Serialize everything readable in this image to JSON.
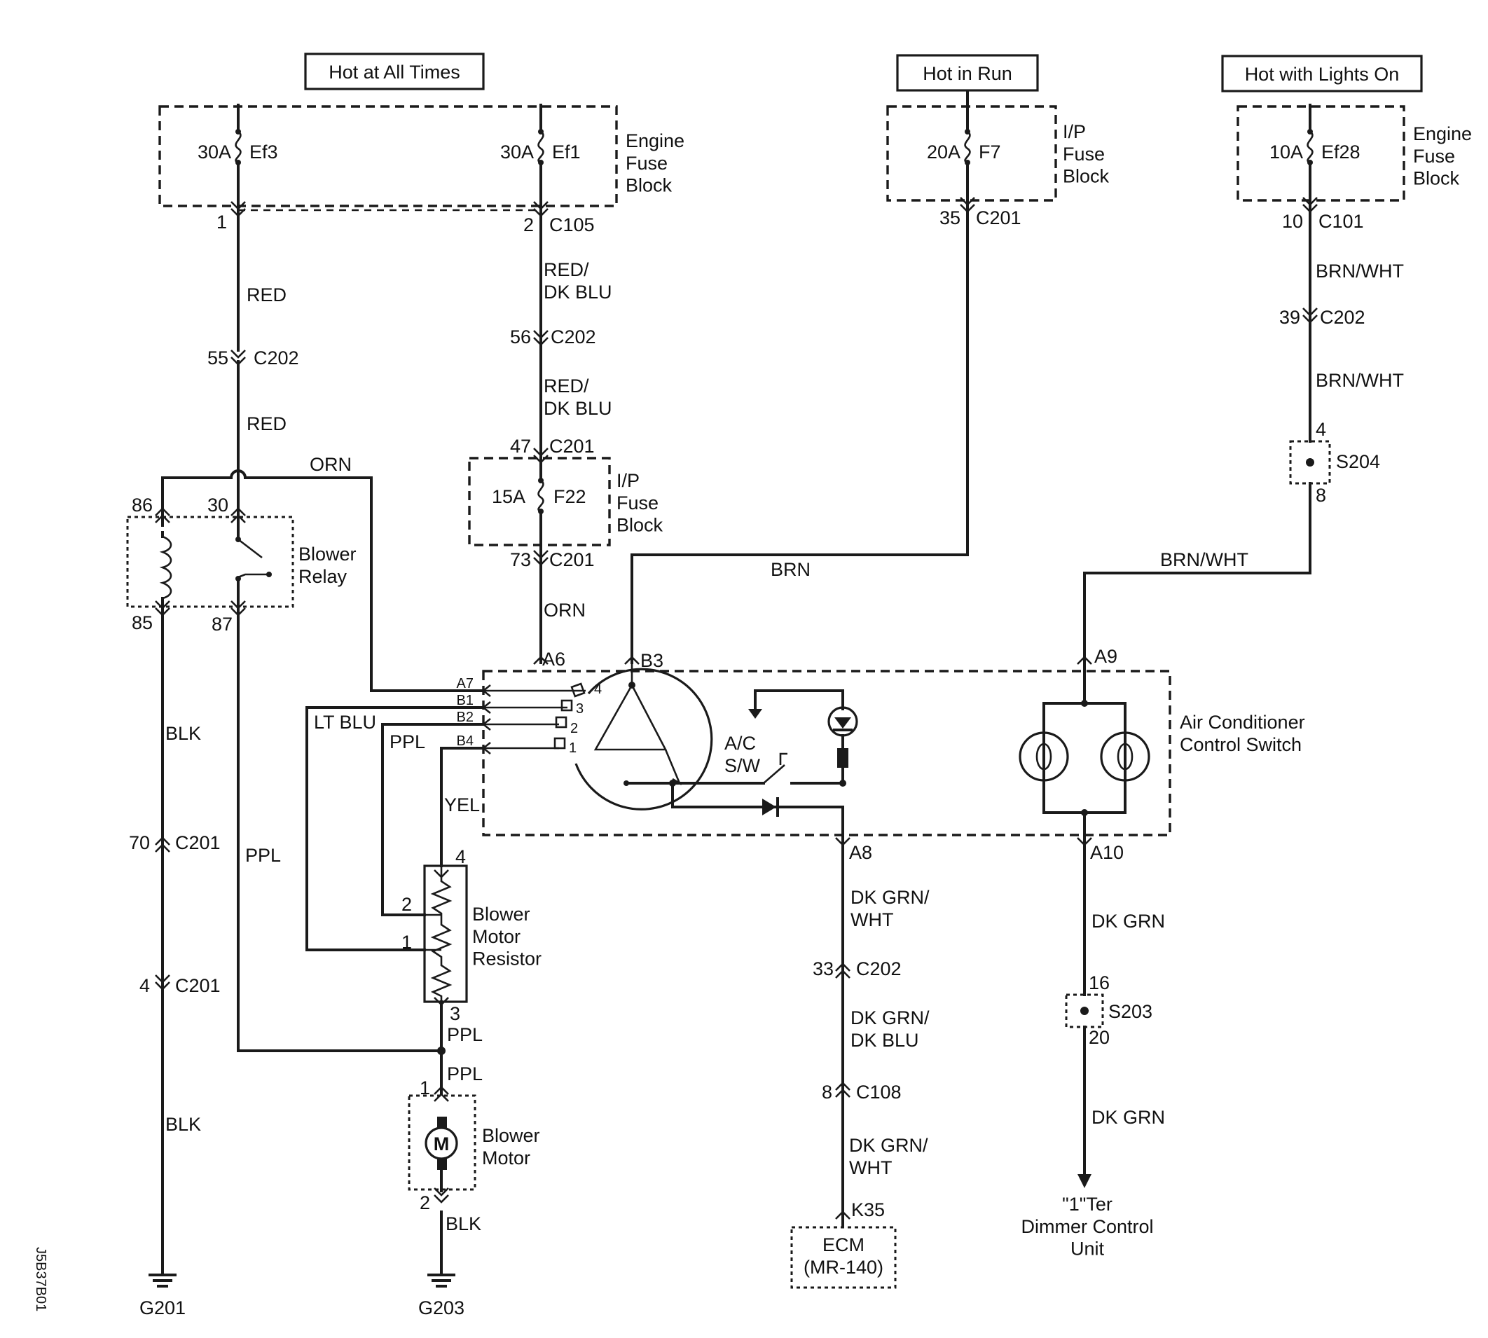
{
  "sources": {
    "hot_at_all_times": "Hot at All Times",
    "hot_in_run": "Hot in Run",
    "hot_with_lights_on": "Hot with Lights On"
  },
  "fuse_blocks": {
    "engine_left": "Engine\nFuse\nBlock",
    "ip_f7": "I/P\nFuse\nBlock",
    "engine_right": "Engine\nFuse\nBlock",
    "ip_f22": "I/P\nFuse\nBlock"
  },
  "fuses": {
    "ef3": {
      "amps": "30A",
      "name": "Ef3"
    },
    "ef1": {
      "amps": "30A",
      "name": "Ef1"
    },
    "f7": {
      "amps": "20A",
      "name": "F7"
    },
    "ef28": {
      "amps": "10A",
      "name": "Ef28"
    },
    "f22": {
      "amps": "15A",
      "name": "F22"
    }
  },
  "connectors": {
    "c105_1": "1",
    "c105_2": "2",
    "c105": "C105",
    "c201_35": "35",
    "c201_35_name": "C201",
    "c101_10": "10",
    "c101": "C101",
    "c202_55": "55",
    "c202_55_name": "C202",
    "c202_56": "56",
    "c202_56_name": "C202",
    "c202_39": "39",
    "c202_39_name": "C202",
    "c201_47": "47",
    "c201_47_name": "C201",
    "c201_73": "73",
    "c201_73_name": "C201",
    "c201_70": "70",
    "c201_70_name": "C201",
    "c201_4": "4",
    "c201_4_name": "C201",
    "c202_33": "33",
    "c202_33_name": "C202",
    "c108_8": "8",
    "c108": "C108",
    "k35": "K35",
    "s204": "S204",
    "s204_top": "4",
    "s204_bottom": "8",
    "s203": "S203",
    "s203_top": "16",
    "s203_bottom": "20",
    "relay_86": "86",
    "relay_30": "30",
    "relay_85": "85",
    "relay_87": "87",
    "a6": "A6",
    "b3": "B3",
    "a9": "A9",
    "a7": "A7",
    "b1": "B1",
    "b2": "B2",
    "b4": "B4",
    "a8": "A8",
    "a10": "A10",
    "res_4": "4",
    "res_2": "2",
    "res_1": "1",
    "res_3": "3",
    "motor_1": "1",
    "motor_2": "2",
    "switch_1": "1",
    "switch_2": "2",
    "switch_3": "3",
    "switch_4": "4"
  },
  "wires": {
    "red_1": "RED",
    "red_2": "RED",
    "red_dkblu_1": "RED/\nDK BLU",
    "red_dkblu_2": "RED/\nDK BLU",
    "brn_wht_1": "BRN/WHT",
    "brn_wht_2": "BRN/WHT",
    "brn_wht_3": "BRN/WHT",
    "orn_top": "ORN",
    "orn_mid": "ORN",
    "brn": "BRN",
    "blk_1": "BLK",
    "blk_2": "BLK",
    "blk_3": "BLK",
    "ppl_left": "PPL",
    "ppl_b2": "PPL",
    "ppl_res": "PPL",
    "ppl_motor": "PPL",
    "lt_blu": "LT BLU",
    "yel": "YEL",
    "dkgrn_wht_1": "DK GRN/\nWHT",
    "dkgrn_wht_2": "DK GRN/\nWHT",
    "dkgrn_dkblu": "DK GRN/\nDK BLU",
    "dkgrn_1": "DK GRN",
    "dkgrn_2": "DK GRN"
  },
  "components": {
    "blower_relay": "Blower\nRelay",
    "blower_motor_resistor": "Blower\nMotor\nResistor",
    "blower_motor": "Blower\nMotor",
    "motor_symbol": "M",
    "ac_switch_label": "A/C\nS/W",
    "ac_control_switch": "Air Conditioner\nControl Switch",
    "ecm": "ECM\n(MR-140)",
    "dimmer": "\"1\"Ter\nDimmer Control\nUnit"
  },
  "grounds": {
    "g201": "G201",
    "g203": "G203"
  },
  "figure_id": "J5B37B01"
}
